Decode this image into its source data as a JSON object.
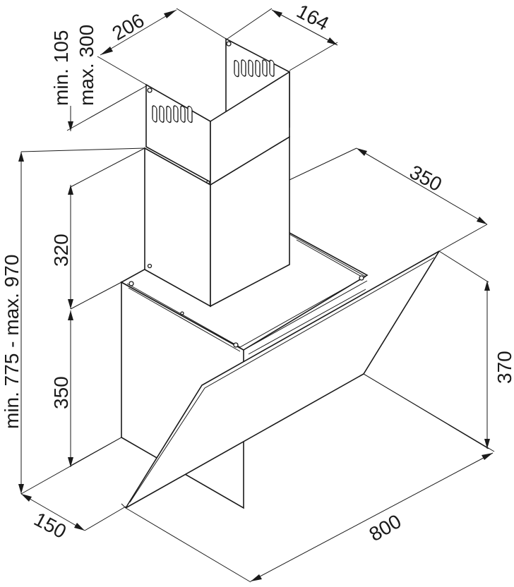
{
  "dimensions": {
    "chimney_width": "206",
    "chimney_depth": "164",
    "chimney_overlap": "min. 105",
    "chimney_overlap_max": "max. 300",
    "upper_chimney_height": "320",
    "lower_body_height": "350",
    "total_height": "min. 775 - max. 970",
    "glass_depth": "350",
    "glass_height": "370",
    "hood_width": "800",
    "base_depth": "150"
  },
  "colors": {
    "line": "#1a1a1a",
    "background": "#ffffff"
  }
}
